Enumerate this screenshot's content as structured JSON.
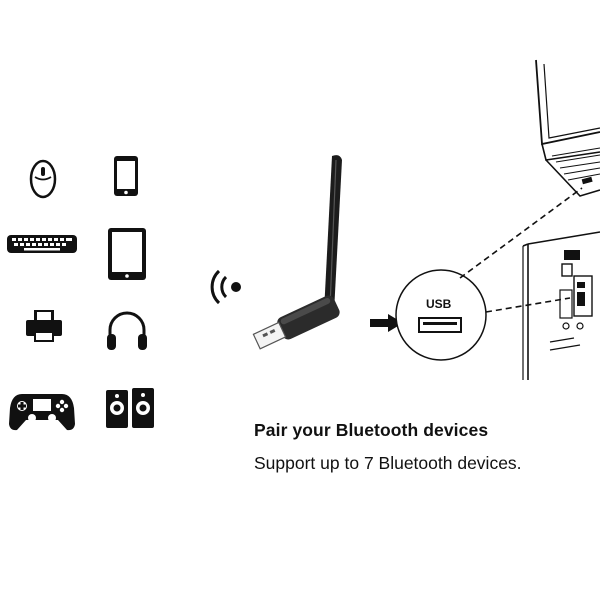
{
  "headline": "Pair your Bluetooth devices",
  "subline": "Support up to 7 Bluetooth devices.",
  "port_label": "USB",
  "icons": {
    "device_icons": [
      "mouse-icon",
      "smartphone-icon",
      "keyboard-icon",
      "tablet-icon",
      "printer-icon",
      "headphones-icon",
      "gamepad-icon",
      "speakers-icon"
    ],
    "signal": "wireless-signal-icon",
    "adapter": "usb-bluetooth-adapter-icon",
    "arrow": "arrow-right-icon",
    "laptop": "laptop-icon",
    "desktop": "desktop-tower-icon"
  },
  "colors": {
    "ink": "#111111",
    "adapter_body": "#2b2b2b"
  }
}
